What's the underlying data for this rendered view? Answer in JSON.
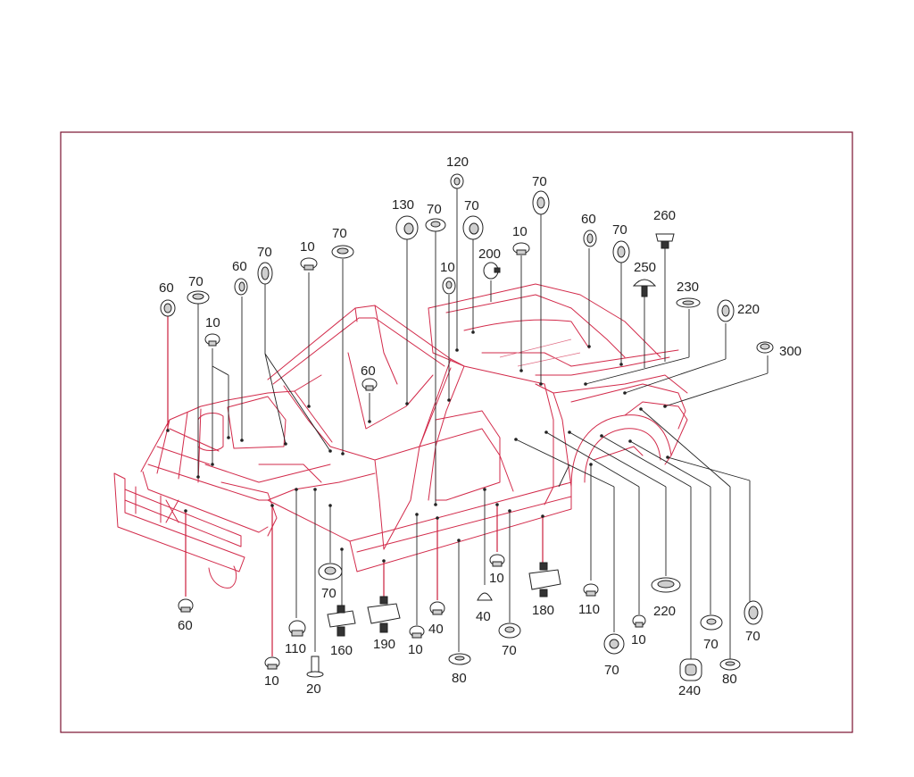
{
  "callouts": [
    {
      "id": "c01",
      "text": "60"
    },
    {
      "id": "c02",
      "text": "70"
    },
    {
      "id": "c03",
      "text": "10"
    },
    {
      "id": "c04",
      "text": "60"
    },
    {
      "id": "c05",
      "text": "70"
    },
    {
      "id": "c06",
      "text": "10"
    },
    {
      "id": "c07",
      "text": "70"
    },
    {
      "id": "c08",
      "text": "130"
    },
    {
      "id": "c09",
      "text": "70"
    },
    {
      "id": "c10",
      "text": "120"
    },
    {
      "id": "c11",
      "text": "70"
    },
    {
      "id": "c12",
      "text": "10"
    },
    {
      "id": "c13",
      "text": "200"
    },
    {
      "id": "c14",
      "text": "10"
    },
    {
      "id": "c15",
      "text": "70"
    },
    {
      "id": "c16",
      "text": "60"
    },
    {
      "id": "c17",
      "text": "70"
    },
    {
      "id": "c18",
      "text": "260"
    },
    {
      "id": "c19",
      "text": "250"
    },
    {
      "id": "c20",
      "text": "230"
    },
    {
      "id": "c21",
      "text": "220"
    },
    {
      "id": "c22",
      "text": "300"
    },
    {
      "id": "c23",
      "text": "60"
    },
    {
      "id": "c24",
      "text": "60"
    },
    {
      "id": "c25",
      "text": "10"
    },
    {
      "id": "c26",
      "text": "110"
    },
    {
      "id": "c27",
      "text": "20"
    },
    {
      "id": "c28",
      "text": "70"
    },
    {
      "id": "c29",
      "text": "160"
    },
    {
      "id": "c30",
      "text": "190"
    },
    {
      "id": "c31",
      "text": "10"
    },
    {
      "id": "c32",
      "text": "40"
    },
    {
      "id": "c33",
      "text": "80"
    },
    {
      "id": "c34",
      "text": "40"
    },
    {
      "id": "c35",
      "text": "10"
    },
    {
      "id": "c36",
      "text": "70"
    },
    {
      "id": "c37",
      "text": "180"
    },
    {
      "id": "c38",
      "text": "110"
    },
    {
      "id": "c39",
      "text": "70"
    },
    {
      "id": "c40",
      "text": "10"
    },
    {
      "id": "c41",
      "text": "220"
    },
    {
      "id": "c42",
      "text": "240"
    },
    {
      "id": "c43",
      "text": "70"
    },
    {
      "id": "c44",
      "text": "80"
    },
    {
      "id": "c45",
      "text": "70"
    }
  ],
  "colors": {
    "frame": "#7a1230",
    "car_outline": "#d22a4a",
    "leader": "#222222",
    "red_leader": "#cc1f3d"
  }
}
